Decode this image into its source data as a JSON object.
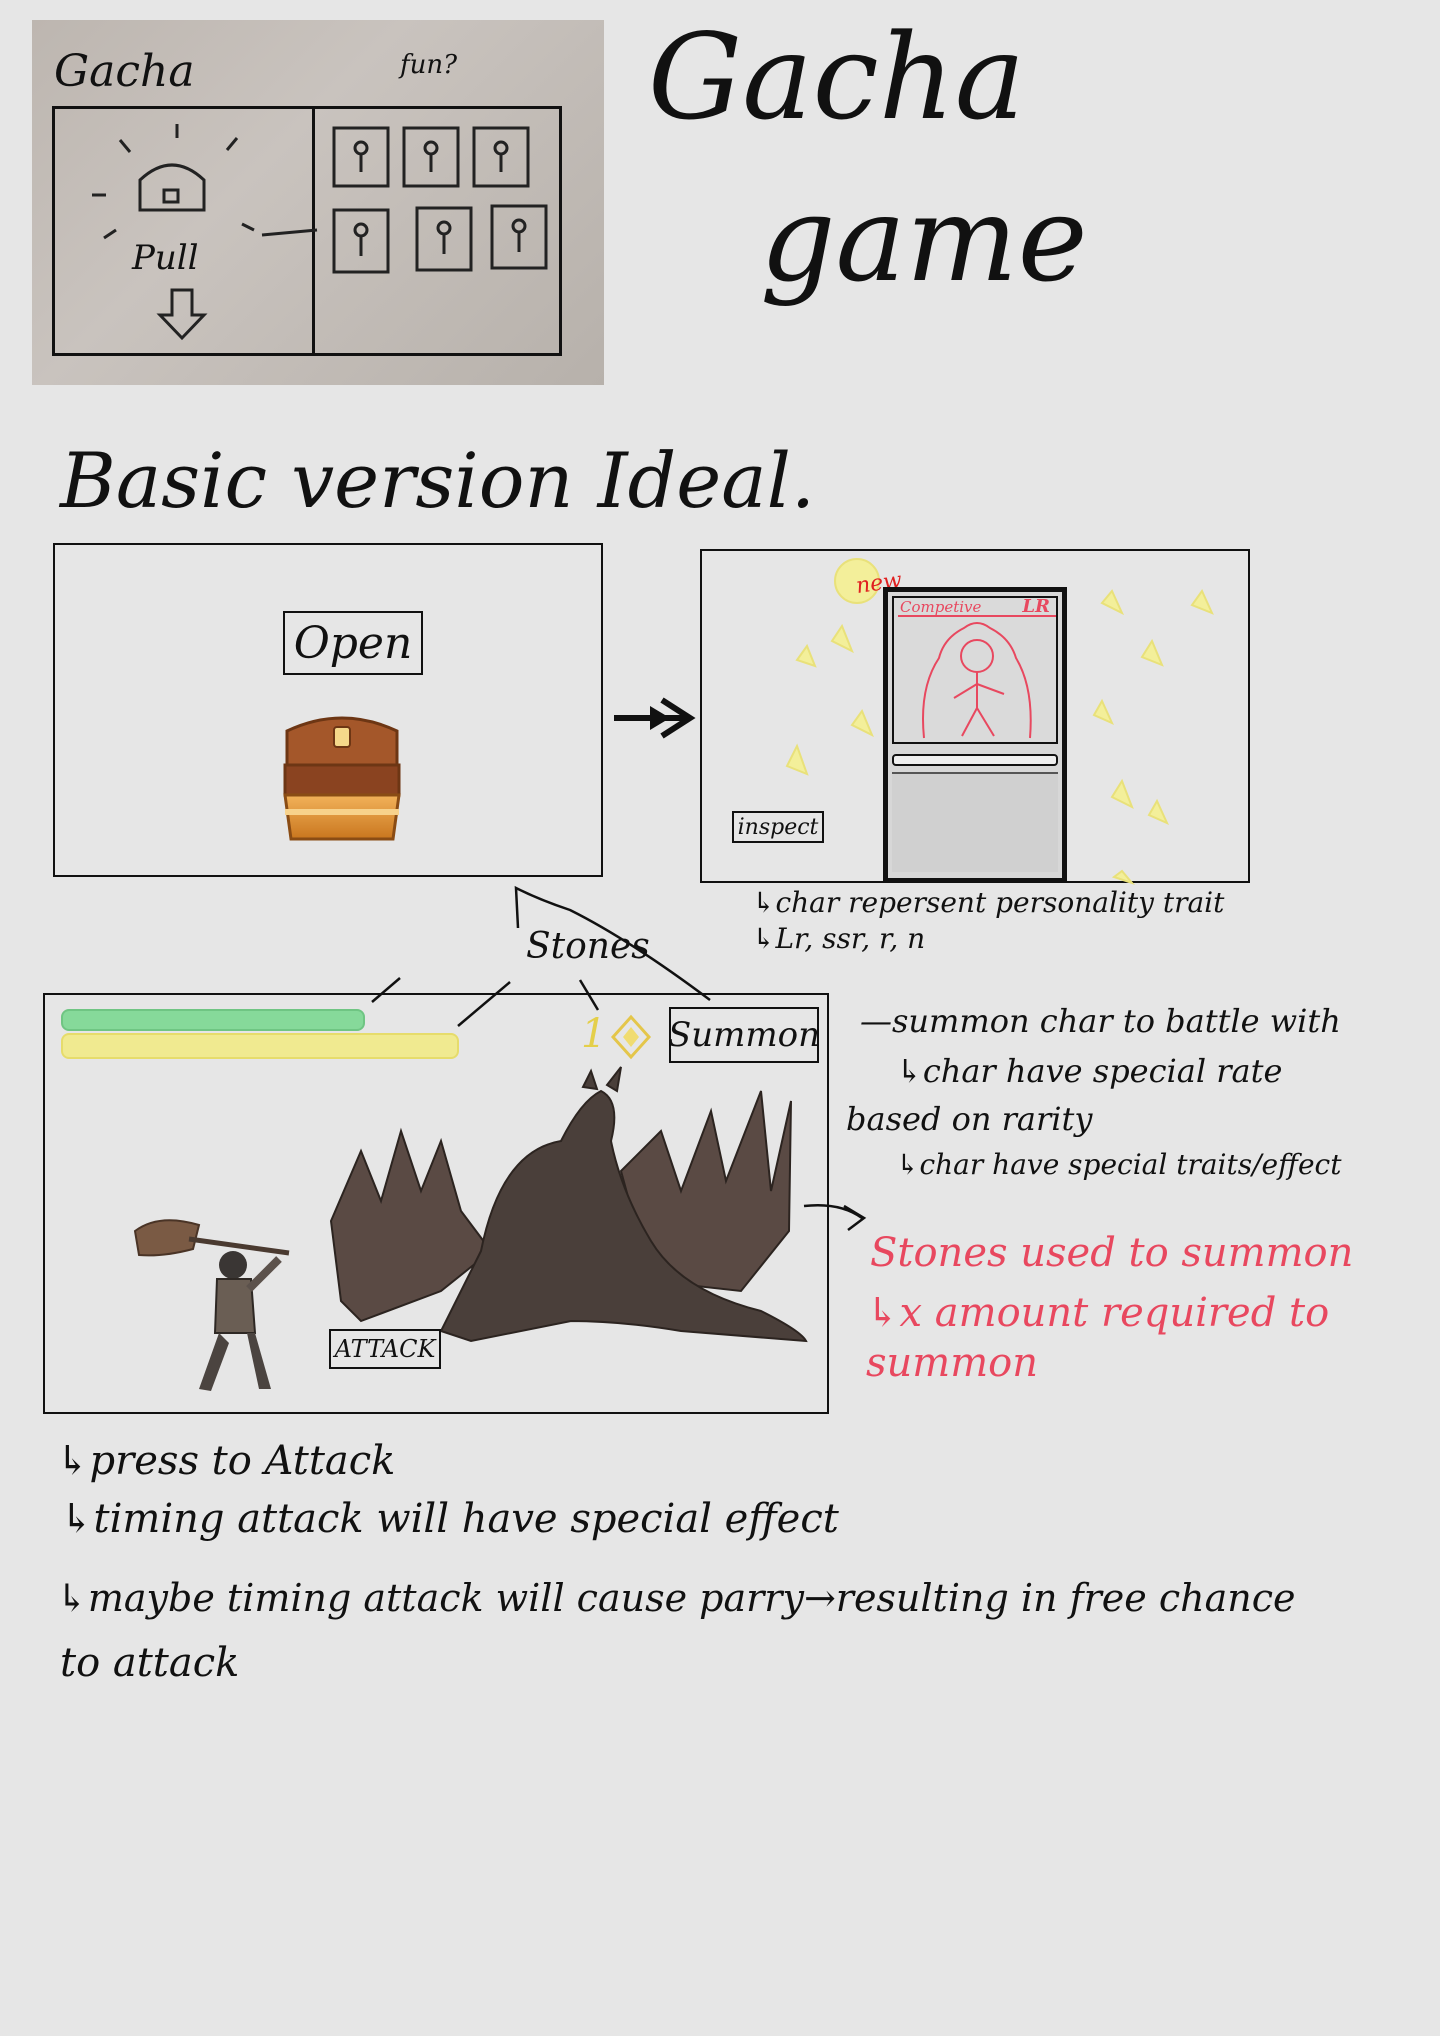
{
  "sketch_photo": {
    "title": "Gacha",
    "fun": "fun?",
    "pull_label": "Pull"
  },
  "page_title": {
    "line1": "Gacha",
    "line2": "game"
  },
  "section_heading": "Basic version Ideal.",
  "screen_open": {
    "button_label": "Open"
  },
  "screen_card": {
    "new_label": "new",
    "card_name": "Competive",
    "rarity": "LR",
    "inspect_label": "inspect"
  },
  "card_notes": [
    "↳char repersent personality trait",
    "↳Lr, ssr, r, n"
  ],
  "stones_label": "Stones",
  "screen_battle": {
    "stone_count": "1",
    "summon_label": "Summon",
    "attack_label": "ATTACK",
    "health_fill": 1.0,
    "energy_fill": 1.0
  },
  "battle_notes": [
    "—summon char to battle with",
    "↳char have special rate",
    "based on rarity",
    "↳char have special traits/effect"
  ],
  "stones_notes": [
    "Stones used to summon",
    "↳x amount required to",
    "summon"
  ],
  "attack_notes": [
    "↳press to Attack",
    "↳timing attack will have special effect",
    "↳maybe timing attack will cause parry→resulting in free chance",
    "to attack"
  ],
  "colors": {
    "background": "#e6e6e6",
    "ink": "#111111",
    "red_ink": "#e8485f",
    "health_bar": "#86d99a",
    "energy_bar": "#f0ea90",
    "glow": "#f3ef9a"
  }
}
